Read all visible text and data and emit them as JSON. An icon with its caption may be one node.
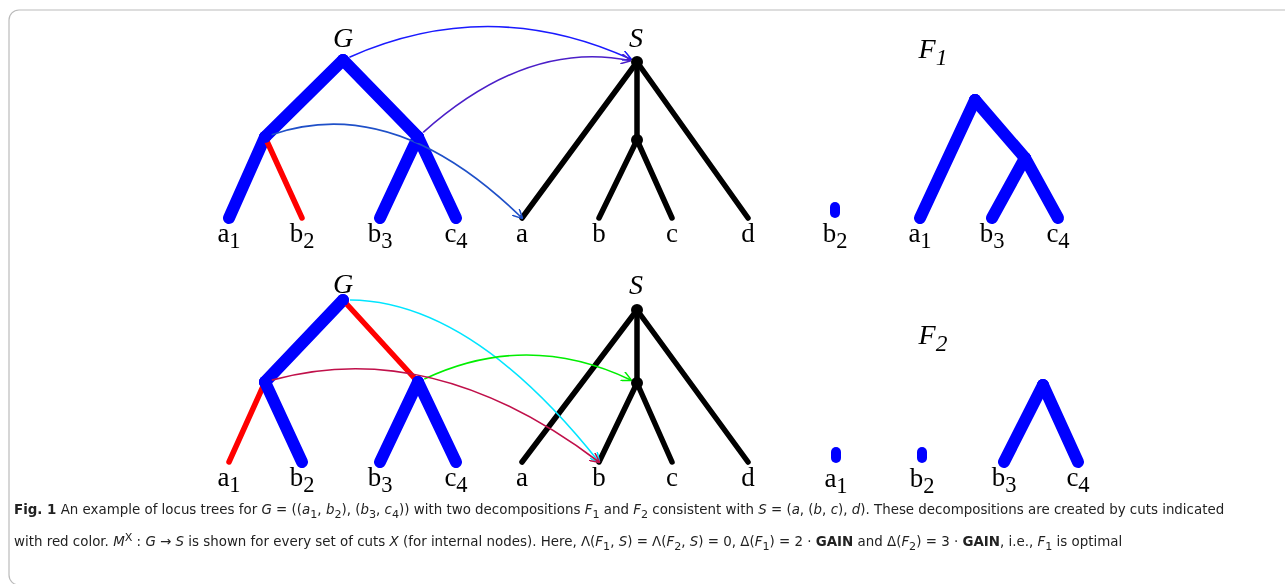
{
  "diagram": {
    "caption": "**Fig. 1** An example of locus trees for *G* = ((*a*$_{1}$, *b*$_{2}$), (*b*$_{3}$, *c*$_{4}$)) with two decompositions *F*$_{1}$ and *F*$_{2}$ consistent with *S* = (*a*, (*b*, *c*), *d*). These decompositions are created by cuts indicated with red color. *M*$^{X}$ : *G* → *S* is shown for every set of cuts *X* (for internal nodes). Here, Λ(*F*$_{1}$, *S*) = Λ(*F*$_{2}$, *S*) = 0, Δ(*F*$_{1}$) = 2 · **GAIN** and Δ(*F*$_{2}$) = 3 · **GAIN**, i.e., *F*$_{1}$ is optimal",
    "nodes": [
      {
        "text": [],
        "shape": "dot",
        "beside": [
          "G"
        ]
      },
      {
        "text": [],
        "shape": "dot"
      },
      {
        "text": [],
        "shape": "dot"
      },
      {
        "text": [
          "a$_{1}$"
        ]
      },
      {
        "text": [
          "b$_{2}$"
        ]
      },
      {
        "text": [
          "b$_{3}$"
        ]
      },
      {
        "text": [
          "c$_{4}$"
        ]
      },
      {
        "text": [],
        "shape": "dot",
        "beside": [
          "S"
        ]
      },
      {
        "text": [],
        "shape": "dot"
      },
      {
        "text": [
          "a"
        ]
      },
      {
        "text": [
          "b"
        ]
      },
      {
        "text": [
          "c"
        ]
      },
      {
        "text": [
          "d"
        ]
      },
      {
        "text": [],
        "shape": "bar",
        "beside": [
          "b$_{2}$"
        ]
      },
      {
        "text": [],
        "shape": "dot",
        "beside": [
          "F$_{1}$"
        ]
      },
      {
        "text": [],
        "shape": "dot"
      },
      {
        "text": [
          "a$_{1}$"
        ]
      },
      {
        "text": [
          "b$_{3}$"
        ]
      },
      {
        "text": [
          "c$_{4}$"
        ]
      },
      {
        "text": [],
        "shape": "dot",
        "beside": [
          "G"
        ]
      },
      {
        "text": [],
        "shape": "dot"
      },
      {
        "text": [],
        "shape": "dot"
      },
      {
        "text": [
          "a$_{1}$"
        ]
      },
      {
        "text": [
          "b$_{2}$"
        ]
      },
      {
        "text": [
          "b$_{3}$"
        ]
      },
      {
        "text": [
          "c$_{4}$"
        ]
      },
      {
        "text": [],
        "shape": "dot",
        "beside": [
          "S"
        ]
      },
      {
        "text": [],
        "shape": "dot"
      },
      {
        "text": [
          "a"
        ]
      },
      {
        "text": [
          "b"
        ]
      },
      {
        "text": [
          "c"
        ]
      },
      {
        "text": [
          "d"
        ]
      },
      {
        "text": [],
        "shape": "bar",
        "beside": [
          "a$_{1}$"
        ]
      },
      {
        "text": [],
        "shape": "bar",
        "beside": [
          "b$_{2}$"
        ]
      },
      {
        "text": [],
        "shape": "dot",
        "beside": [
          "F$_{2}$"
        ]
      },
      {
        "text": [
          "b$_{3}$"
        ]
      },
      {
        "text": [
          "c$_{4}$"
        ]
      }
    ],
    "edges": [
      {
        "from": 0,
        "to": 1,
        "arrow": "none",
        "style": "thick",
        "color": "#0000ff"
      },
      {
        "from": 0,
        "to": 2,
        "arrow": "none",
        "style": "thick",
        "color": "#0000ff"
      },
      {
        "from": 1,
        "to": 3,
        "arrow": "none",
        "style": "thick",
        "color": "#0000ff"
      },
      {
        "from": 1,
        "to": 4,
        "arrow": "none",
        "color": "#ff0000"
      },
      {
        "from": 2,
        "to": 5,
        "arrow": "none",
        "style": "thick",
        "color": "#0000ff"
      },
      {
        "from": 2,
        "to": 6,
        "arrow": "none",
        "style": "thick",
        "color": "#0000ff"
      },
      {
        "from": 7,
        "to": 8,
        "arrow": "none",
        "color": "#000000"
      },
      {
        "from": 7,
        "to": 9,
        "arrow": "none",
        "color": "#000000"
      },
      {
        "from": 7,
        "to": 12,
        "arrow": "none",
        "color": "#000000"
      },
      {
        "from": 8,
        "to": 10,
        "arrow": "none",
        "color": "#000000"
      },
      {
        "from": 8,
        "to": 11,
        "arrow": "none",
        "color": "#000000"
      },
      {
        "from": 0,
        "to": 7,
        "arrow": "to",
        "color": "#1a1aff"
      },
      {
        "from": 2,
        "to": 7,
        "arrow": "to",
        "color": "#4b1fc8"
      },
      {
        "from": 1,
        "to": 9,
        "arrow": "to",
        "color": "#1f50c8"
      },
      {
        "from": 14,
        "to": 15,
        "arrow": "none",
        "style": "thick",
        "color": "#0000ff"
      },
      {
        "from": 14,
        "to": 16,
        "arrow": "none",
        "style": "thick",
        "color": "#0000ff"
      },
      {
        "from": 15,
        "to": 17,
        "arrow": "none",
        "style": "thick",
        "color": "#0000ff"
      },
      {
        "from": 15,
        "to": 18,
        "arrow": "none",
        "style": "thick",
        "color": "#0000ff"
      },
      {
        "from": 19,
        "to": 20,
        "arrow": "none",
        "style": "thick",
        "color": "#0000ff"
      },
      {
        "from": 19,
        "to": 21,
        "arrow": "none",
        "color": "#ff0000"
      },
      {
        "from": 20,
        "to": 22,
        "arrow": "none",
        "color": "#ff0000"
      },
      {
        "from": 20,
        "to": 23,
        "arrow": "none",
        "style": "thick",
        "color": "#0000ff"
      },
      {
        "from": 21,
        "to": 24,
        "arrow": "none",
        "style": "thick",
        "color": "#0000ff"
      },
      {
        "from": 21,
        "to": 25,
        "arrow": "none",
        "style": "thick",
        "color": "#0000ff"
      },
      {
        "from": 26,
        "to": 27,
        "arrow": "none",
        "color": "#000000"
      },
      {
        "from": 26,
        "to": 28,
        "arrow": "none",
        "color": "#000000"
      },
      {
        "from": 26,
        "to": 31,
        "arrow": "none",
        "color": "#000000"
      },
      {
        "from": 27,
        "to": 29,
        "arrow": "none",
        "color": "#000000"
      },
      {
        "from": 27,
        "to": 30,
        "arrow": "none",
        "color": "#000000"
      },
      {
        "from": 19,
        "to": 29,
        "arrow": "to",
        "color": "#00e5ff"
      },
      {
        "from": 21,
        "to": 27,
        "arrow": "to",
        "color": "#00ee00"
      },
      {
        "from": 20,
        "to": 29,
        "arrow": "to",
        "color": "#c0104a"
      },
      {
        "from": 34,
        "to": 35,
        "arrow": "none",
        "style": "thick",
        "color": "#0000ff"
      },
      {
        "from": 34,
        "to": 36,
        "arrow": "none",
        "style": "thick",
        "color": "#0000ff"
      }
    ]
  }
}
